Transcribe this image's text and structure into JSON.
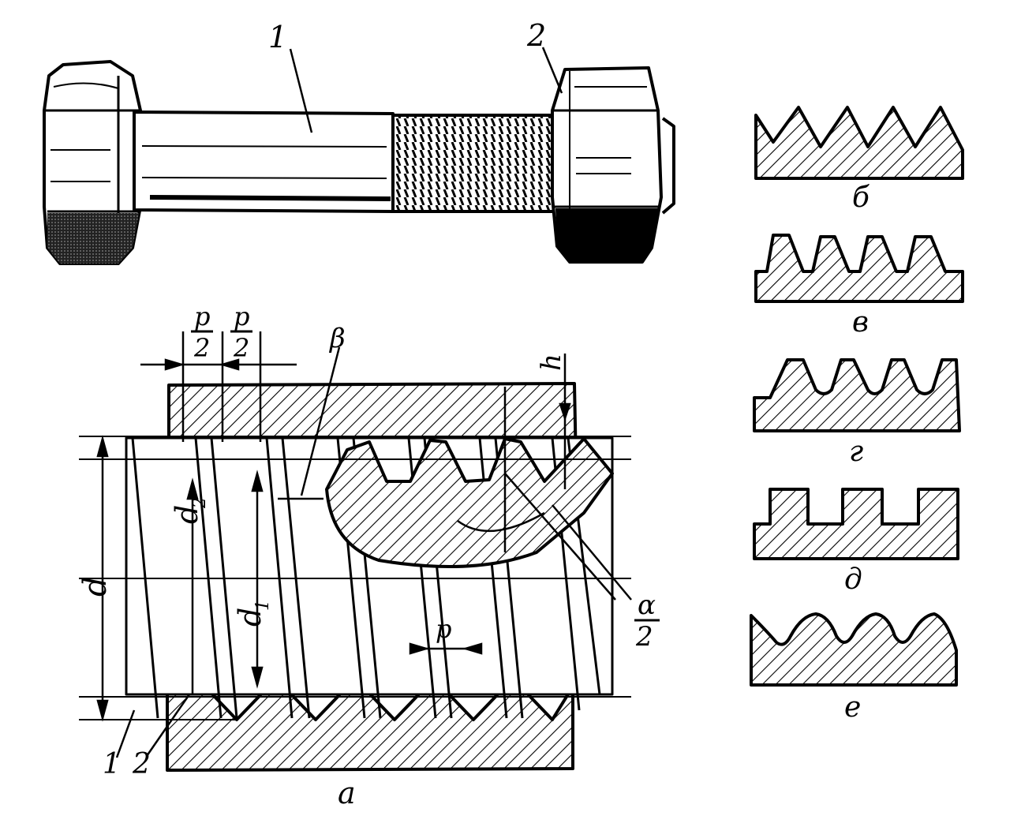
{
  "bolt_part_label": "1",
  "nut_part_label": "2",
  "dims": {
    "p": "p",
    "two": "2",
    "beta": "β",
    "h": "h",
    "d": "d",
    "d1": "d",
    "d1_sub": "1",
    "d2": "d",
    "d2_sub": "2",
    "alpha": "α",
    "pitch": "p"
  },
  "section_part_1": "1",
  "section_part_2": "2",
  "captions": {
    "a": "а",
    "b": "б",
    "v": "в",
    "g": "г",
    "d": "д",
    "e": "е"
  }
}
